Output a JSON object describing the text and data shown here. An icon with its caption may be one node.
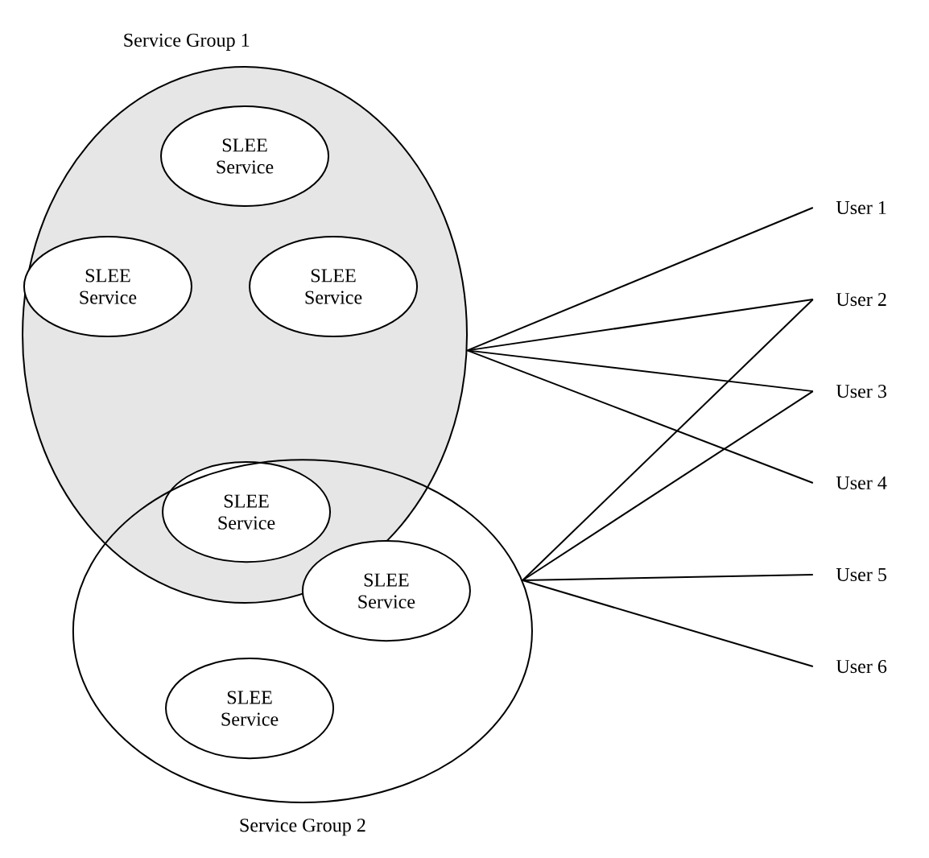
{
  "diagram": {
    "nodes": [
      {
        "text": [
          "Service Group 1"
        ]
      },
      {
        "text": [
          "SLEE Service"
        ],
        "in": 0
      },
      {
        "text": [
          "SLEE Service"
        ],
        "in": 0
      },
      {
        "text": [
          "SLEE Service"
        ],
        "in": 0
      },
      {
        "text": [
          "SLEE Service"
        ]
      },
      {
        "text": [
          "Service Group 2"
        ]
      },
      {
        "text": [
          "SLEE Service"
        ],
        "in": 5
      },
      {
        "text": [
          "SLEE Service"
        ],
        "in": 5
      },
      {
        "text": [
          "User 1"
        ]
      },
      {
        "text": [
          "User 2"
        ]
      },
      {
        "text": [
          "User 3"
        ]
      },
      {
        "text": [
          "User 4"
        ]
      },
      {
        "text": [
          "User 5"
        ]
      },
      {
        "text": [
          "User 6"
        ]
      }
    ],
    "edges": [
      {
        "from": 0,
        "to": 8,
        "arrow": "none"
      },
      {
        "from": 0,
        "to": 9,
        "arrow": "none"
      },
      {
        "from": 0,
        "to": 10,
        "arrow": "none"
      },
      {
        "from": 0,
        "to": 11,
        "arrow": "none"
      },
      {
        "from": 5,
        "to": 9,
        "arrow": "none"
      },
      {
        "from": 5,
        "to": 10,
        "arrow": "none"
      },
      {
        "from": 5,
        "to": 12,
        "arrow": "none"
      },
      {
        "from": 5,
        "to": 13,
        "arrow": "none"
      }
    ]
  }
}
